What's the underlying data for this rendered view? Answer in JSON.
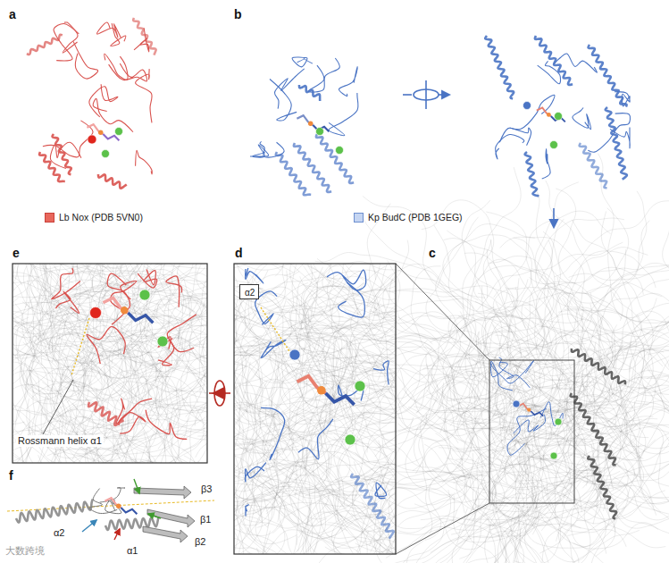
{
  "diagram": {
    "nodes": [
      {
        "text": [
          "α2"
        ]
      }
    ],
    "labels": [
      "a",
      "b",
      "c",
      "d",
      "e",
      "f",
      "Rossmann helix α1",
      "β3",
      "β1",
      "β2",
      "α2",
      "α1",
      "大数跨境"
    ],
    "legend": [
      {
        "text": "Lb Nox (PDB 5VN0)",
        "color": "#e8675c"
      },
      {
        "text": "Kp BudC (PDB 1GEG)",
        "color": "#c5d5f2"
      }
    ]
  }
}
